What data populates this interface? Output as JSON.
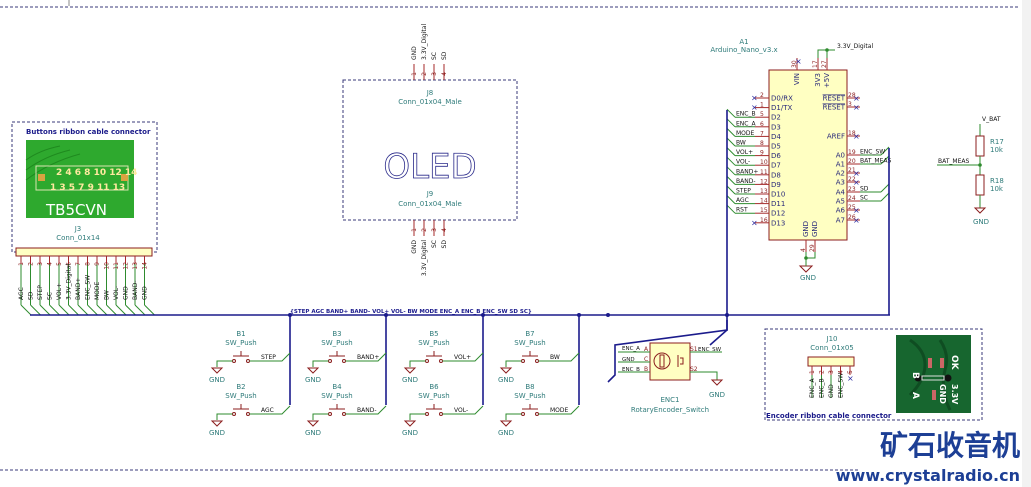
{
  "sheet": {
    "title": "Schematic",
    "watermark": {
      "cn": "矿石收音机",
      "url": "www.crystalradio.cn"
    }
  },
  "bus_label": "{STEP AGC BAND+ BAND- VOL+ VOL- BW MODE ENC_A ENC_B ENC_SW SD SC}",
  "buttons_connector": {
    "note": "Buttons ribbon cable connector",
    "ref": "J3",
    "value": "Conn_01x14",
    "pcb_text": "TB5CVN",
    "pcb_top_pins": "2 4 6 8 10 12 14",
    "pcb_bottom_pins": "1 3 5 7 9 11 13",
    "pins": [
      {
        "num": "1",
        "net": "AGC"
      },
      {
        "num": "2",
        "net": "SD"
      },
      {
        "num": "3",
        "net": "STEP"
      },
      {
        "num": "4",
        "net": "SC"
      },
      {
        "num": "5",
        "net": "VOL+"
      },
      {
        "num": "6",
        "net": "3.3V_Digital"
      },
      {
        "num": "7",
        "net": "BAND+"
      },
      {
        "num": "8",
        "net": "ENC_SW"
      },
      {
        "num": "9",
        "net": "MODE"
      },
      {
        "num": "10",
        "net": "BW"
      },
      {
        "num": "11",
        "net": "VOL-"
      },
      {
        "num": "12",
        "net": "GND"
      },
      {
        "num": "13",
        "net": "BAND-"
      },
      {
        "num": "14",
        "net": "GND"
      }
    ]
  },
  "oled": {
    "label": "OLED",
    "top": {
      "ref": "J8",
      "value": "Conn_01x04_Male"
    },
    "bottom": {
      "ref": "J9",
      "value": "Conn_01x04_Male"
    },
    "top_pins": [
      {
        "num": "1",
        "net": "GND"
      },
      {
        "num": "2",
        "net": "3.3V_Digital"
      },
      {
        "num": "3",
        "net": "SC"
      },
      {
        "num": "4",
        "net": "SD"
      }
    ],
    "bottom_pins": [
      {
        "num": "1",
        "net": "GND"
      },
      {
        "num": "2",
        "net": "3.3V_Digital"
      },
      {
        "num": "3",
        "net": "SC"
      },
      {
        "num": "4",
        "net": "SD"
      }
    ]
  },
  "arduino": {
    "ref": "A1",
    "value": "Arduino_Nano_v3.x",
    "power_net": "3.3V_Digital",
    "gnd_net": "GND",
    "top_pins": [
      {
        "num": "30",
        "name": "VIN"
      },
      {
        "num": "17",
        "name": "3V3"
      },
      {
        "num": "27",
        "name": "+5V"
      }
    ],
    "bottom_pins": [
      {
        "num": "4",
        "name": "GND"
      },
      {
        "num": "29",
        "name": "GND"
      }
    ],
    "left_pins": [
      {
        "num": "2",
        "name": "D0/RX",
        "net": ""
      },
      {
        "num": "1",
        "name": "D1/TX",
        "net": ""
      },
      {
        "num": "5",
        "name": "D2",
        "net": "ENC_B"
      },
      {
        "num": "6",
        "name": "D3",
        "net": "ENC_A"
      },
      {
        "num": "7",
        "name": "D4",
        "net": "MODE"
      },
      {
        "num": "8",
        "name": "D5",
        "net": "BW"
      },
      {
        "num": "9",
        "name": "D6",
        "net": "VOL+"
      },
      {
        "num": "10",
        "name": "D7",
        "net": "VOL-"
      },
      {
        "num": "11",
        "name": "D8",
        "net": "BAND+"
      },
      {
        "num": "12",
        "name": "D9",
        "net": "BAND-"
      },
      {
        "num": "13",
        "name": "D10",
        "net": "STEP"
      },
      {
        "num": "14",
        "name": "D11",
        "net": "AGC"
      },
      {
        "num": "15",
        "name": "D12",
        "net": "RST"
      },
      {
        "num": "16",
        "name": "D13",
        "net": ""
      }
    ],
    "right_pins": [
      {
        "num": "28",
        "name": "RESET",
        "net": ""
      },
      {
        "num": "3",
        "name": "RESET",
        "net": ""
      },
      {
        "num": "18",
        "name": "AREF",
        "net": ""
      },
      {
        "num": "19",
        "name": "A0",
        "net": "ENC_SW"
      },
      {
        "num": "20",
        "name": "A1",
        "net": "BAT_MEAS"
      },
      {
        "num": "21",
        "name": "A2",
        "net": ""
      },
      {
        "num": "22",
        "name": "A3",
        "net": ""
      },
      {
        "num": "23",
        "name": "A4",
        "net": "SD"
      },
      {
        "num": "24",
        "name": "A5",
        "net": "SC"
      },
      {
        "num": "25",
        "name": "A6",
        "net": ""
      },
      {
        "num": "26",
        "name": "A7",
        "net": ""
      }
    ]
  },
  "divider": {
    "top_net": "V_BAT",
    "mid_net": "BAT_MEAS",
    "gnd": "GND",
    "r1": {
      "ref": "R17",
      "value": "10k"
    },
    "r2": {
      "ref": "R18",
      "value": "10k"
    }
  },
  "switches": [
    {
      "ref": "B1",
      "value": "SW_Push",
      "net": "STEP",
      "gnd": "GND"
    },
    {
      "ref": "B2",
      "value": "SW_Push",
      "net": "AGC",
      "gnd": "GND"
    },
    {
      "ref": "B3",
      "value": "SW_Push",
      "net": "BAND+",
      "gnd": "GND"
    },
    {
      "ref": "B4",
      "value": "SW_Push",
      "net": "BAND-",
      "gnd": "GND"
    },
    {
      "ref": "B5",
      "value": "SW_Push",
      "net": "VOL+",
      "gnd": "GND"
    },
    {
      "ref": "B6",
      "value": "SW_Push",
      "net": "VOL-",
      "gnd": "GND"
    },
    {
      "ref": "B7",
      "value": "SW_Push",
      "net": "BW",
      "gnd": "GND"
    },
    {
      "ref": "B8",
      "value": "SW_Push",
      "net": "MODE",
      "gnd": "GND"
    }
  ],
  "encoder": {
    "ref": "ENC1",
    "value": "RotaryEncoder_Switch",
    "pins": [
      {
        "name": "A",
        "net": "ENC_A"
      },
      {
        "name": "C",
        "net": "GND"
      },
      {
        "name": "B",
        "net": "ENC_B"
      },
      {
        "name": "S1",
        "net": "ENC_SW"
      },
      {
        "name": "S2",
        "net": "GND"
      }
    ]
  },
  "encoder_connector": {
    "note": "Encoder ribbon cable connector",
    "ref": "J10",
    "value": "Conn_01x05",
    "pins": [
      {
        "num": "1",
        "net": "ENC_A"
      },
      {
        "num": "2",
        "net": "ENC_B"
      },
      {
        "num": "3",
        "net": "GND"
      },
      {
        "num": "4",
        "net": "ENC_SW"
      },
      {
        "num": "5",
        "net": ""
      }
    ],
    "pcb_labels": [
      "B",
      "A",
      "OK",
      "GND",
      "3.3V"
    ]
  }
}
